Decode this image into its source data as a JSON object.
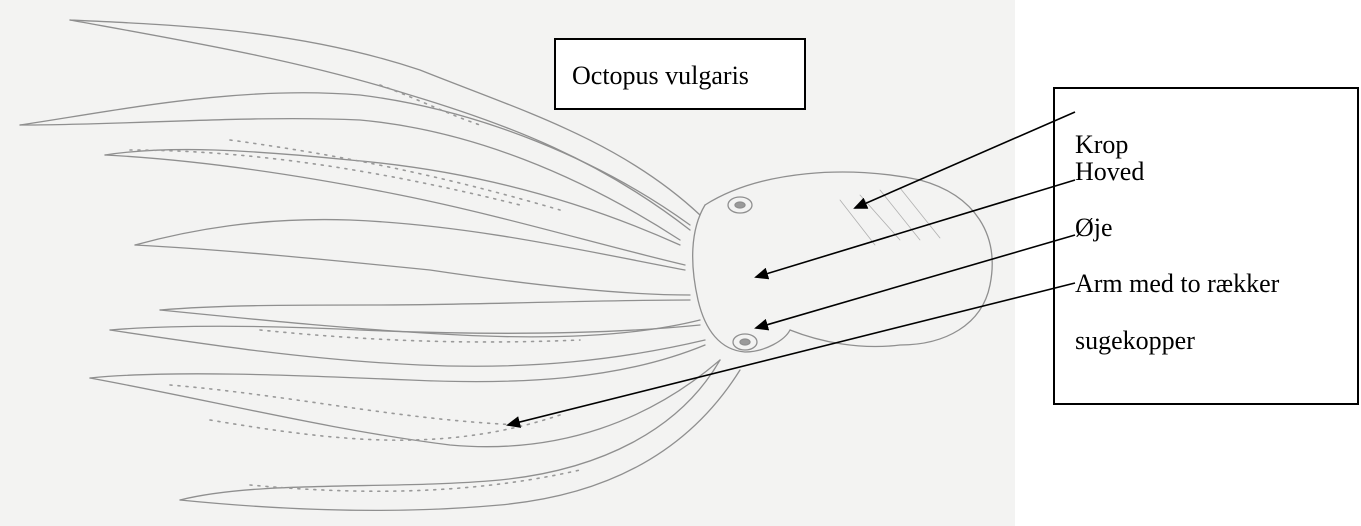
{
  "title": "Octopus vulgaris",
  "labels": {
    "krop": "Krop",
    "hoved": "Hoved",
    "oeje": "Øje",
    "arm_line1": "Arm med to rækker",
    "arm_line2": "sugekopper"
  },
  "colors": {
    "paper": "#f3f3f2",
    "pencil": "#8a8a8a",
    "ink": "#000000"
  }
}
